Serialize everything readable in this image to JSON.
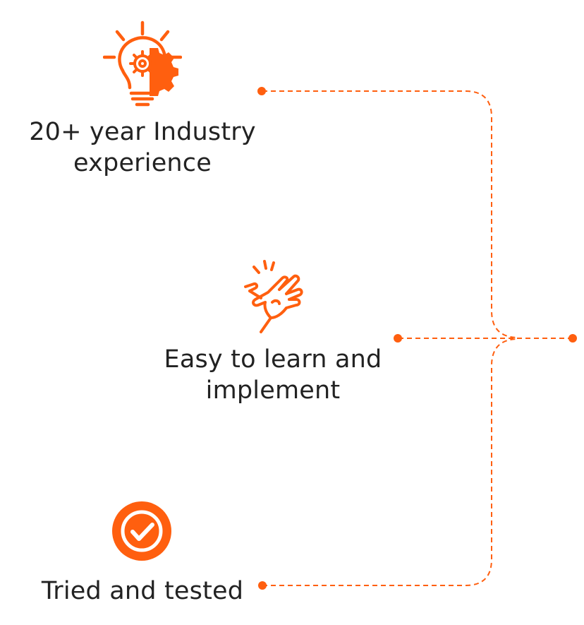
{
  "accent_color": "#FF5F0F",
  "features": [
    {
      "icon": "lightbulb-gear-icon",
      "line1": "20+ year Industry",
      "line2": "experience"
    },
    {
      "icon": "snap-fingers-icon",
      "line1": "Easy to learn and",
      "line2": "implement"
    },
    {
      "icon": "checkmark-circle-icon",
      "line1": "Tried and tested",
      "line2": ""
    }
  ]
}
